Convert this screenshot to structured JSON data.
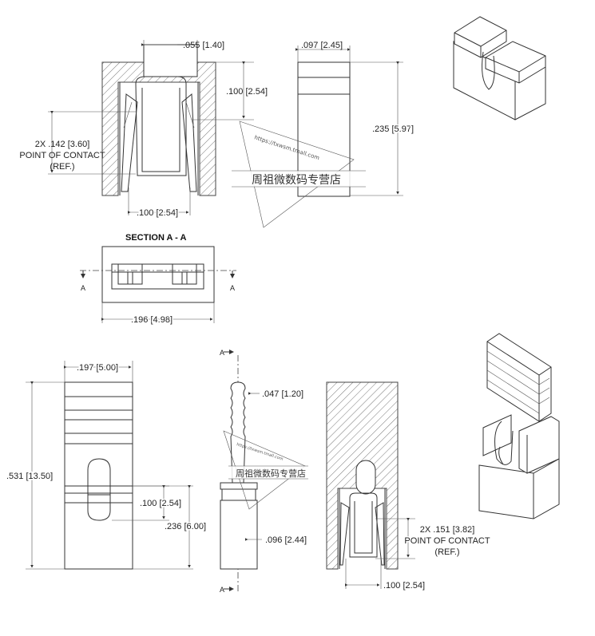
{
  "section_title": "SECTION A - A",
  "cut_label": "A",
  "dims": {
    "d_055": ".055",
    "d_140": "1.40",
    "d_100a": ".100",
    "d_254a": "2.54",
    "contact_count_a": "2X .142",
    "contact_mm_a": "3.60",
    "point_of_contact": "POINT OF CONTACT",
    "ref": "(REF.)",
    "d_100b": ".100",
    "d_254b": "2.54",
    "d_097": ".097",
    "d_245": "2.45",
    "d_235": ".235",
    "d_597": "5.97",
    "d_196": ".196",
    "d_498": "4.98",
    "d_197": ".197",
    "d_500": "5.00",
    "d_531": ".531",
    "d_1350": "13.50",
    "d_100c": ".100",
    "d_254c": "2.54",
    "d_236": ".236",
    "d_600": "6.00",
    "d_047": ".047",
    "d_120": "1.20",
    "d_096": ".096",
    "d_244": "2.44",
    "contact_count_b": "2X .151",
    "contact_mm_b": "3.82",
    "d_100d": ".100",
    "d_254d": "2.54"
  },
  "watermark": {
    "shop_name": "周祖微数码专营店",
    "shop_url": "https://txwsm.tmall.com"
  }
}
